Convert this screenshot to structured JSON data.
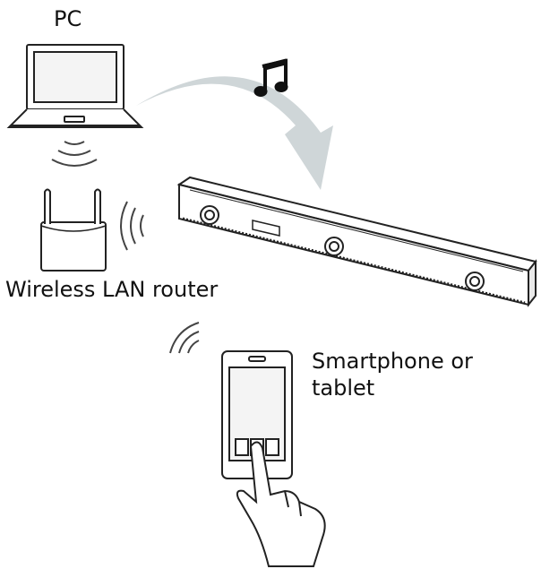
{
  "labels": {
    "pc": "PC",
    "router": "Wireless LAN router",
    "phone_line1": "Smartphone or",
    "phone_line2": "tablet"
  },
  "colors": {
    "line": "#222222",
    "arrow": "#cfd6d8",
    "screen": "#f4f4f4",
    "bar_shade": "#e9e9e9"
  },
  "icons": {
    "music": "music-note-icon",
    "waves": "wifi-waves-icon"
  }
}
